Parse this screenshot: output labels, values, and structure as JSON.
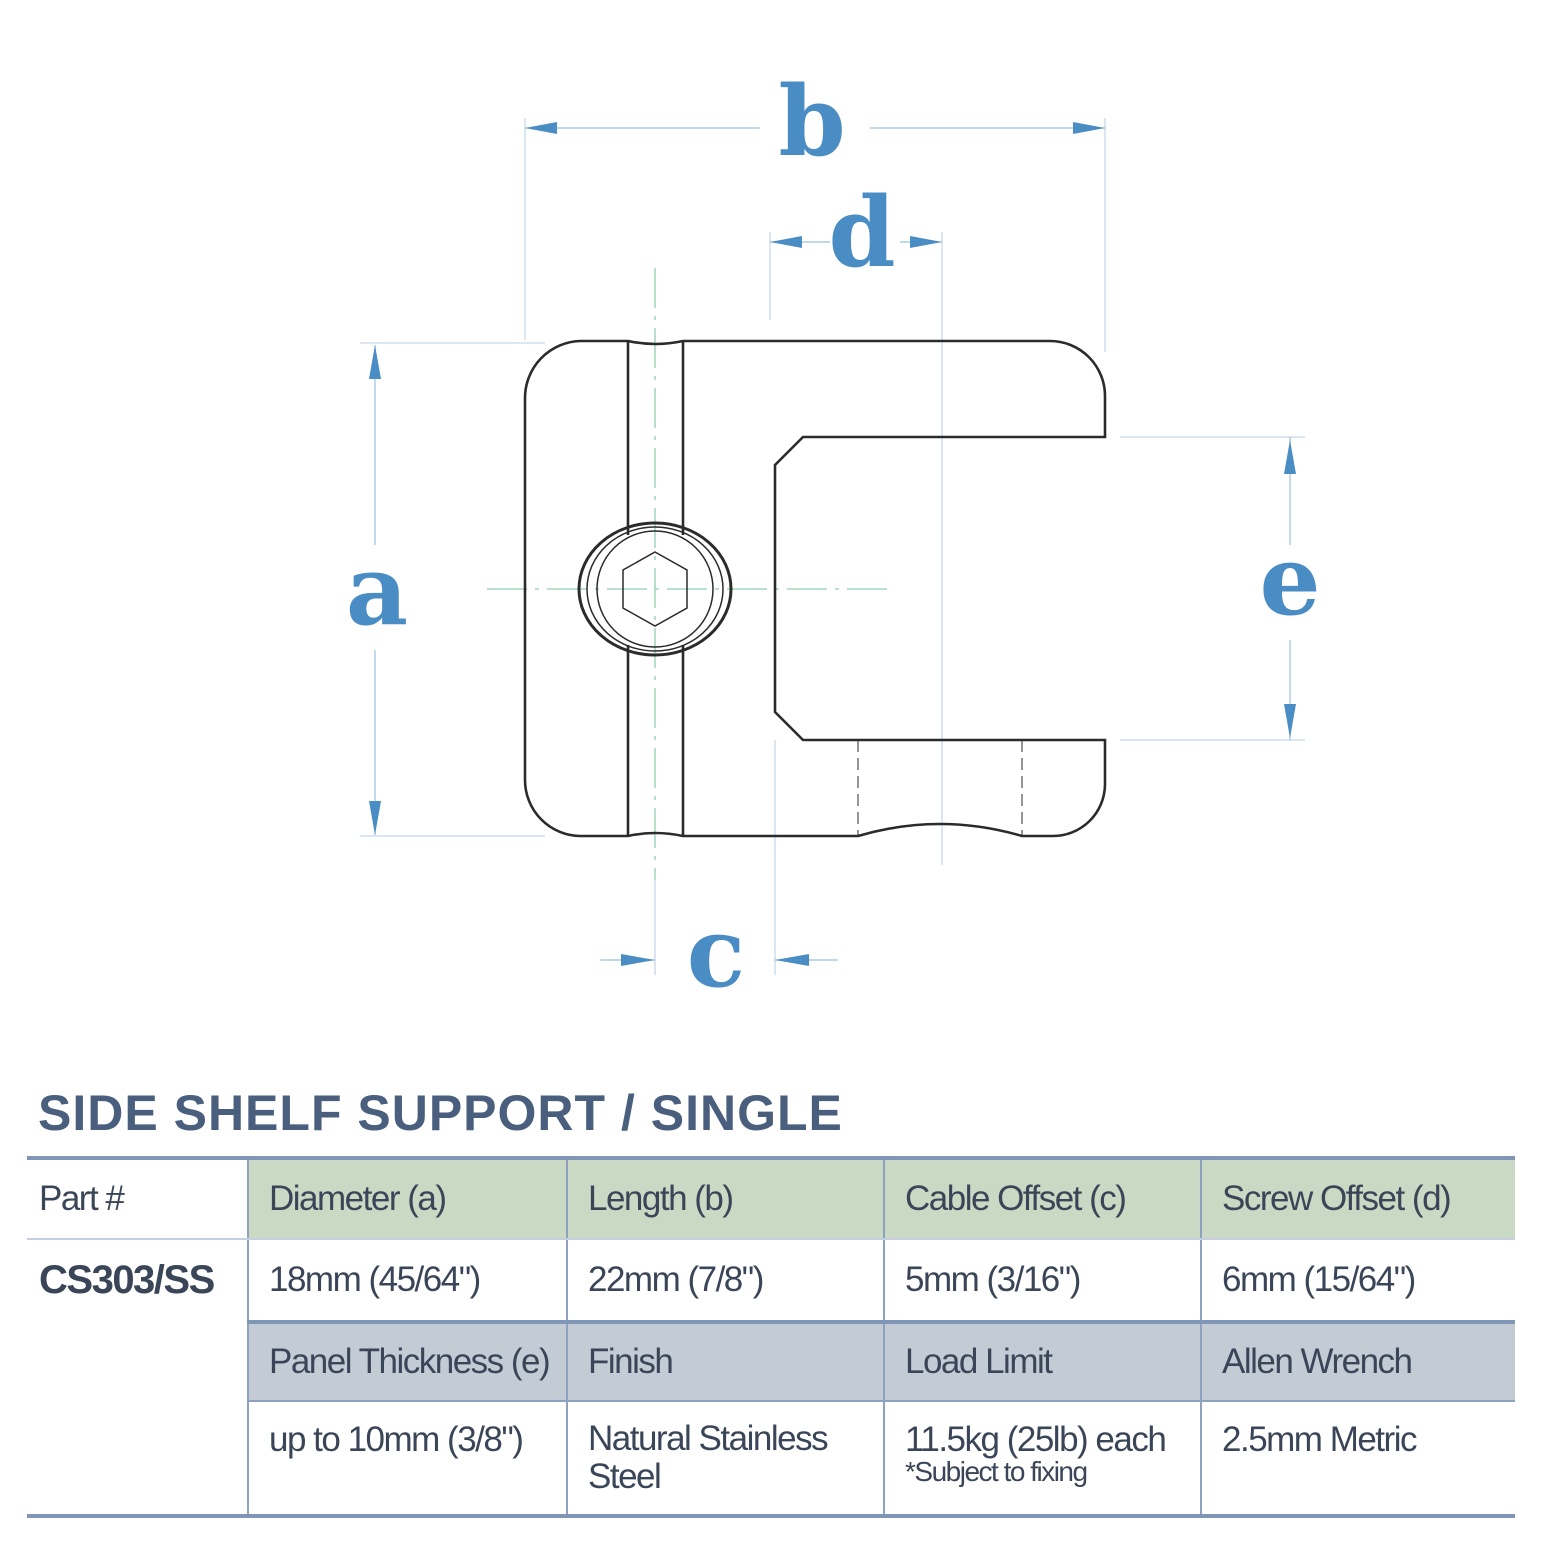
{
  "diagram": {
    "dimension_labels": {
      "a": "a",
      "b": "b",
      "c": "c",
      "d": "d",
      "e": "e"
    },
    "colors": {
      "dimension": "#4a8cc4",
      "outline": "#2b2b2b",
      "centerline": "#8fcfae"
    }
  },
  "title": "SIDE SHELF SUPPORT / SINGLE",
  "table": {
    "part_header": "Part #",
    "part_number": "CS303/SS",
    "row1_headers": [
      "Diameter (a)",
      "Length (b)",
      "Cable Offset (c)",
      "Screw Offset (d)"
    ],
    "row1_values": [
      "18mm (45/64\")",
      "22mm (7/8\")",
      "5mm (3/16\")",
      "6mm (15/64\")"
    ],
    "row2_headers": [
      "Panel Thickness (e)",
      "Finish",
      "Load Limit",
      "Allen Wrench"
    ],
    "row2_values": [
      "up to 10mm (3/8\")",
      "Natural Stainless Steel",
      "11.5kg (25lb) each",
      "2.5mm Metric"
    ],
    "load_note": "*Subject to fixing",
    "colors": {
      "header_green": "#c9d9c4",
      "header_grey": "#c3ccd5",
      "rule": "#7f96b6",
      "text": "#3a4558"
    }
  }
}
